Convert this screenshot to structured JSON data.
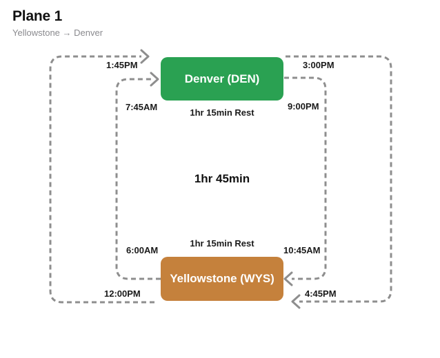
{
  "header": {
    "title": "Plane 1",
    "subtitle": "Yellowstone → Denver"
  },
  "nodes": {
    "denver": {
      "label": "Denver (DEN)",
      "color": "#2aa152"
    },
    "yellowstone": {
      "label": "Yellowstone (WYS)",
      "color": "#c5813c"
    }
  },
  "center": {
    "flight_duration": "1hr 45min"
  },
  "rest_labels": {
    "top": "1hr 15min Rest",
    "bottom": "1hr 15min Rest"
  },
  "times": {
    "den_arrive_outer": "1:45PM",
    "den_arrive_inner": "7:45AM",
    "den_depart_outer": "3:00PM",
    "den_depart_inner": "9:00PM",
    "wys_depart_inner": "6:00AM",
    "wys_arrive_inner": "10:45AM",
    "wys_depart_outer": "12:00PM",
    "wys_arrive_outer": "4:45PM"
  },
  "colors": {
    "route_line": "#8e8e8e",
    "time_text": "#1a1a1a",
    "title_text": "#111111",
    "subtitle_text": "#8a8a8e",
    "denver_green": "#2aa152",
    "yellowstone_orange": "#c5813c"
  }
}
